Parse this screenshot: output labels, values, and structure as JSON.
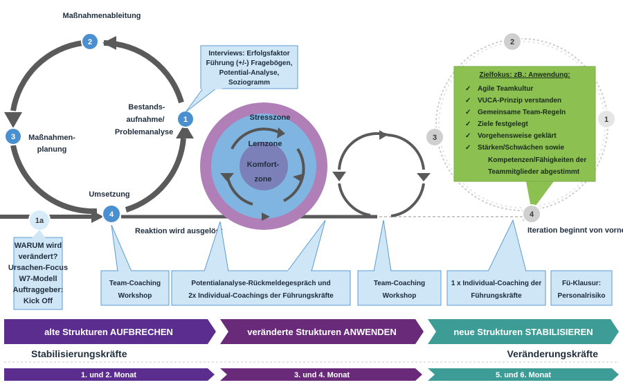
{
  "cycle_left": {
    "top_label": "Maßnahmenableitung",
    "right_label": [
      "Bestands-",
      "aufnahme/",
      "Problemanalyse"
    ],
    "left_label": [
      "Maßnahmen-",
      "planung"
    ],
    "bottom_label": "Umsetzung",
    "node1": "1",
    "node2": "2",
    "node3": "3",
    "node4": "4",
    "node1a": "1a"
  },
  "callouts": {
    "interviews": [
      "Interviews: Erfolgsfaktor",
      "Führung (+/-) Fragebögen,",
      "Potential-Analyse,",
      "Soziogramm"
    ],
    "warum": [
      "WARUM wird",
      "verändert?",
      "Ursachen-Focus",
      "W7-Modell",
      "Auftraggeber:",
      "Kick Off"
    ],
    "team_coaching_1": [
      "Team-Coaching",
      "Workshop"
    ],
    "potential": [
      "Potentialanalyse-Rückmeldegespräch und",
      "2x Individual-Coachings der Führungskräfte"
    ],
    "team_coaching_2": [
      "Team-Coaching",
      "Workshop"
    ],
    "individual": [
      "1 x Individual-Coaching der",
      "Führungskräfte"
    ],
    "klausur": [
      "Fü-Klausur:",
      "Personalrisiko"
    ]
  },
  "reaction": "Reaktion wird ausgelöst",
  "zones": {
    "stress": "Stresszone",
    "lern": "Lernzone",
    "komfort": [
      "Komfort-",
      "zone"
    ]
  },
  "cycle_right": {
    "node1": "1",
    "node2": "2",
    "node3": "3",
    "node4": "4",
    "iteration": "Iteration beginnt von vorne"
  },
  "zielfokus": {
    "title": "Zielfokus: zB.: Anwendung:",
    "check": "✓",
    "items": [
      "Agile Teamkultur",
      "VUCA-Prinzip verstanden",
      "Gemeinsame Team-Regeln",
      "Ziele festgelegt",
      "Vorgehensweise geklärt",
      "Stärken/Schwächen sowie"
    ],
    "continuation": [
      "Kompetenzen/Fähigkeiten der",
      "Teammitglieder abgestimmt"
    ]
  },
  "phases": [
    {
      "label": "alte Strukturen AUFBRECHEN",
      "color": "#5b2d8e"
    },
    {
      "label": "veränderte Strukturen ANWENDEN",
      "color": "#6a2a7a"
    },
    {
      "label": "neue Strukturen STABILISIEREN",
      "color": "#3d9d96"
    }
  ],
  "forces": {
    "left": "Stabilisierungskräfte",
    "right": "Veränderungskräfte"
  },
  "months": [
    "1. und 2. Monat",
    "3. und 4. Monat",
    "5. und 6. Monat"
  ],
  "colors": {
    "node_blue": "#4a90d0",
    "callout_fill": "#cfe6f7",
    "callout_stroke": "#5b9bd5",
    "green_box": "#8cc152",
    "stress": "#b07fb8",
    "lern": "#7fb5e0",
    "komfort": "#7b80b8"
  }
}
